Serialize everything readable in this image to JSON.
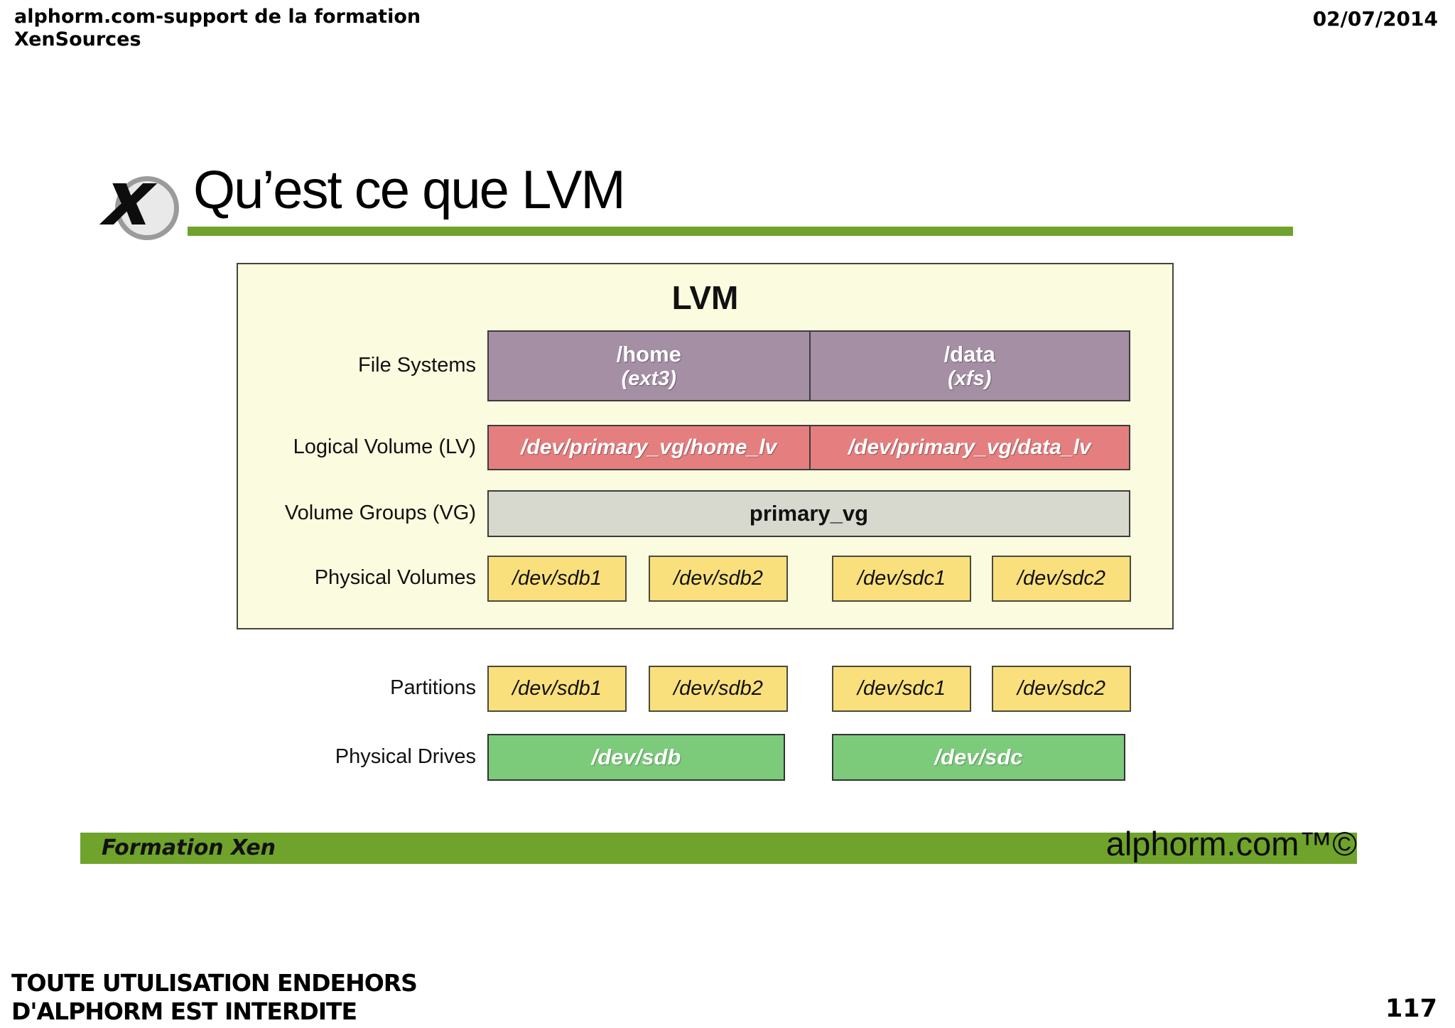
{
  "header": {
    "title_line1": "alphorm.com-support de la formation",
    "title_line2": "XenSources",
    "date": "02/07/2014"
  },
  "slide": {
    "title": "Qu’est ce que LVM"
  },
  "diagram": {
    "title": "LVM",
    "file_systems": {
      "label": "File Systems",
      "boxes": [
        {
          "line1": "/home",
          "line2": "(ext3)"
        },
        {
          "line1": "/data",
          "line2": "(xfs)"
        }
      ]
    },
    "logical_volumes": {
      "label": "Logical Volume (LV)",
      "boxes": [
        "/dev/primary_vg/home_lv",
        "/dev/primary_vg/data_lv"
      ]
    },
    "volume_groups": {
      "label": "Volume Groups (VG)",
      "boxes": [
        "primary_vg"
      ]
    },
    "physical_volumes": {
      "label": "Physical Volumes",
      "boxes": [
        "/dev/sdb1",
        "/dev/sdb2",
        "/dev/sdc1",
        "/dev/sdc2"
      ]
    },
    "partitions": {
      "label": "Partitions",
      "boxes": [
        "/dev/sdb1",
        "/dev/sdb2",
        "/dev/sdc1",
        "/dev/sdc2"
      ]
    },
    "physical_drives": {
      "label": "Physical Drives",
      "boxes": [
        "/dev/sdb",
        "/dev/sdc"
      ]
    }
  },
  "footer": {
    "course": "Formation Xen",
    "brand": "alphorm.com™©",
    "disclaimer_line1": "TOUTE UTULISATION ENDEHORS",
    "disclaimer_line2": "D'ALPHORM EST INTERDITE",
    "page_number": "117"
  },
  "icons": {
    "xen_logo": "xen-x-icon"
  },
  "colors": {
    "accent_green": "#6FA32B",
    "diagram_background": "#FBFBDF",
    "file_system_purple": "#A58FA5",
    "logical_volume_red": "#E57F7F",
    "volume_group_gray": "#D7D9CE",
    "physical_volume_yellow": "#FAE07C",
    "drive_green": "#7BCB7B"
  }
}
